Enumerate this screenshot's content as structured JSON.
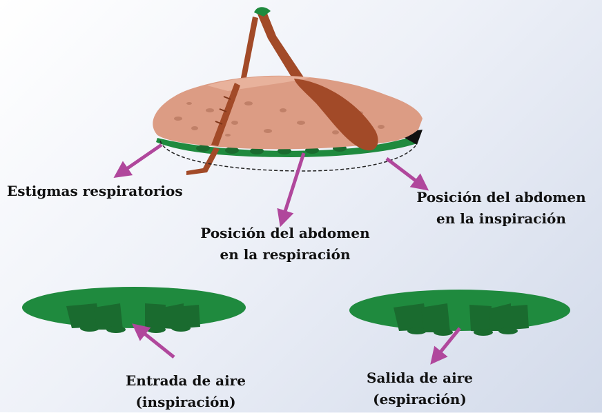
{
  "labels": {
    "stigmata": "Estigmas respiratorios",
    "abdomen_exhale": [
      "Posición del abdomen",
      "en la respiración"
    ],
    "abdomen_inhale": [
      "Posición del abdomen",
      "en la inspiración"
    ],
    "air_in": [
      "Entrada de aire",
      "(inspiración)"
    ],
    "air_out": [
      "Salida de aire",
      "(espiración)"
    ]
  },
  "colors": {
    "body": "#dc9c84",
    "body_spots": "#c08068",
    "leg": "#a24a28",
    "abdomen_green": "#1f8a3e",
    "stigma_dark": "#1a6b2f",
    "arrow": "#b0479c",
    "dashed_outline": "#222222"
  },
  "icons": [
    "grasshopper-illustration",
    "abdomen-segment-inhale",
    "abdomen-segment-exhale"
  ]
}
